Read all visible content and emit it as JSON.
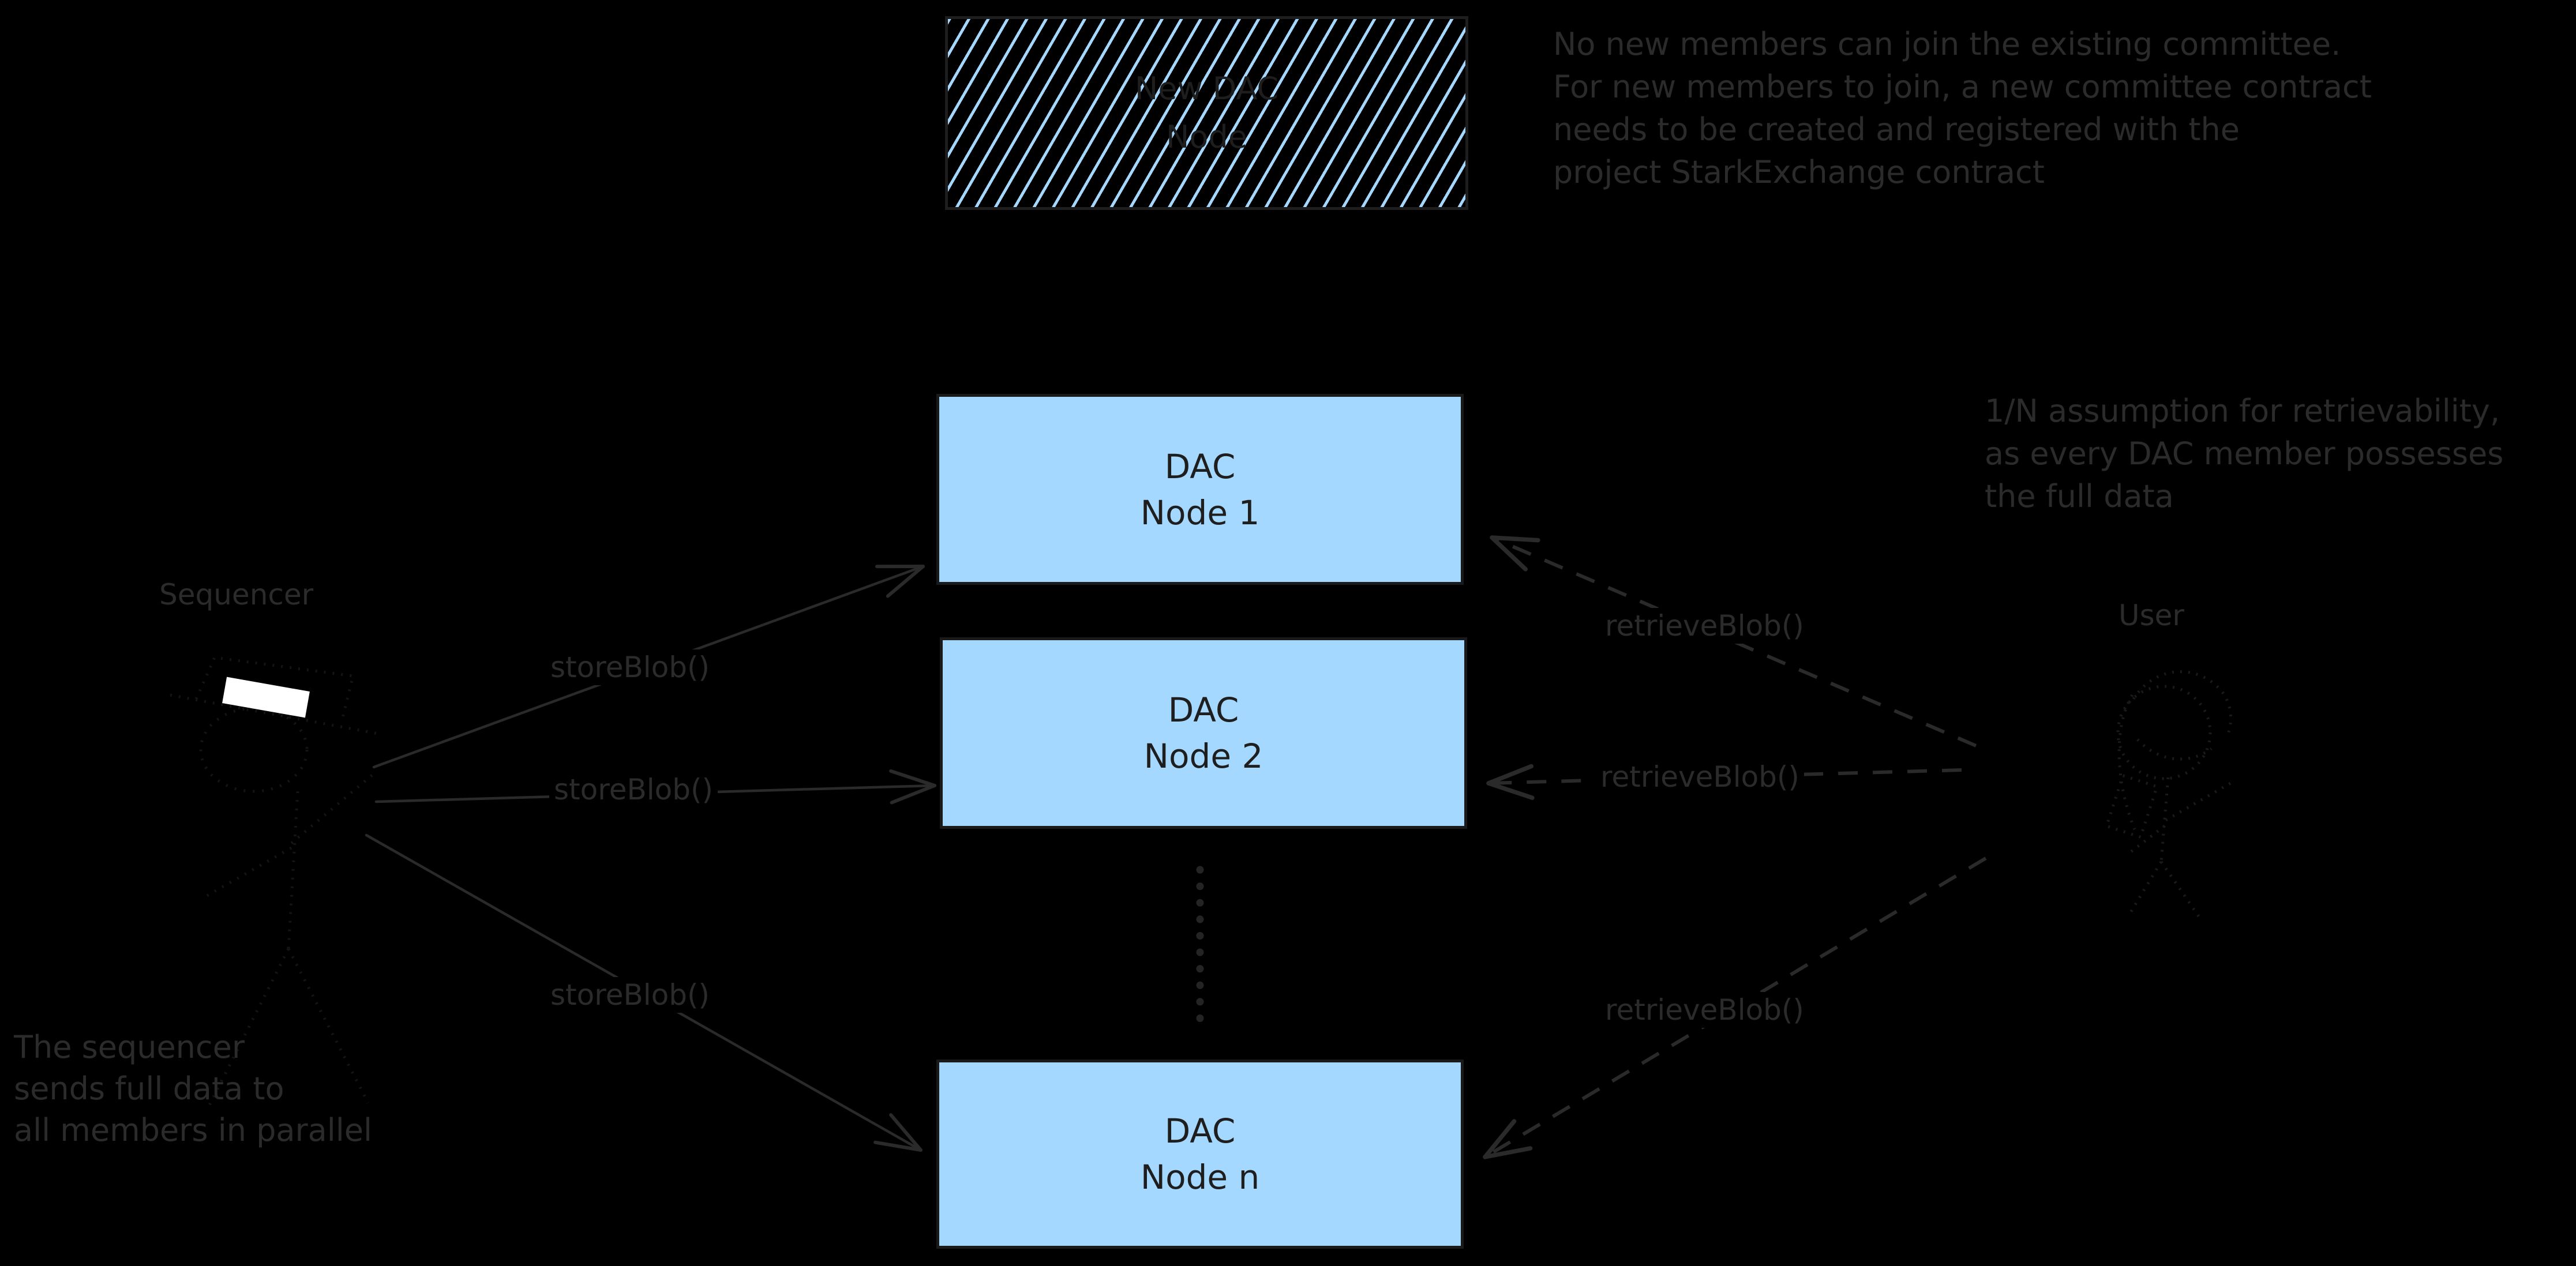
{
  "colors": {
    "background": "#000000",
    "node_fill": "#a5d8ff",
    "stroke_dark": "#1e1e1e",
    "annotation": "#2b2b2b",
    "hat_band": "#ffffff"
  },
  "new_dac_box": {
    "line1": "New DAC",
    "line2": "Node"
  },
  "nodes": [
    {
      "line1": "DAC",
      "line2": "Node 1"
    },
    {
      "line1": "DAC",
      "line2": "Node 2"
    },
    {
      "line1": "DAC",
      "line2": "Node n"
    }
  ],
  "actors": {
    "sequencer": "Sequencer",
    "user": "User"
  },
  "labels": {
    "store1": "storeBlob()",
    "store2": "storeBlob()",
    "store3": "storeBlob()",
    "retrieve1": "retrieveBlob()",
    "retrieve2": "retrieveBlob()",
    "retrieve3": "retrieveBlob()"
  },
  "notes": {
    "committee": [
      "No new members can join the existing committee.",
      "For new members to join, a new committee contract",
      "needs to be created and registered with the",
      "project StarkExchange contract"
    ],
    "retrievability": [
      "1/N assumption for retrievability,",
      "as every DAC member possesses",
      "the full data"
    ],
    "sequencer_note": [
      "The sequencer",
      "sends full data to",
      "all members in parallel"
    ]
  }
}
